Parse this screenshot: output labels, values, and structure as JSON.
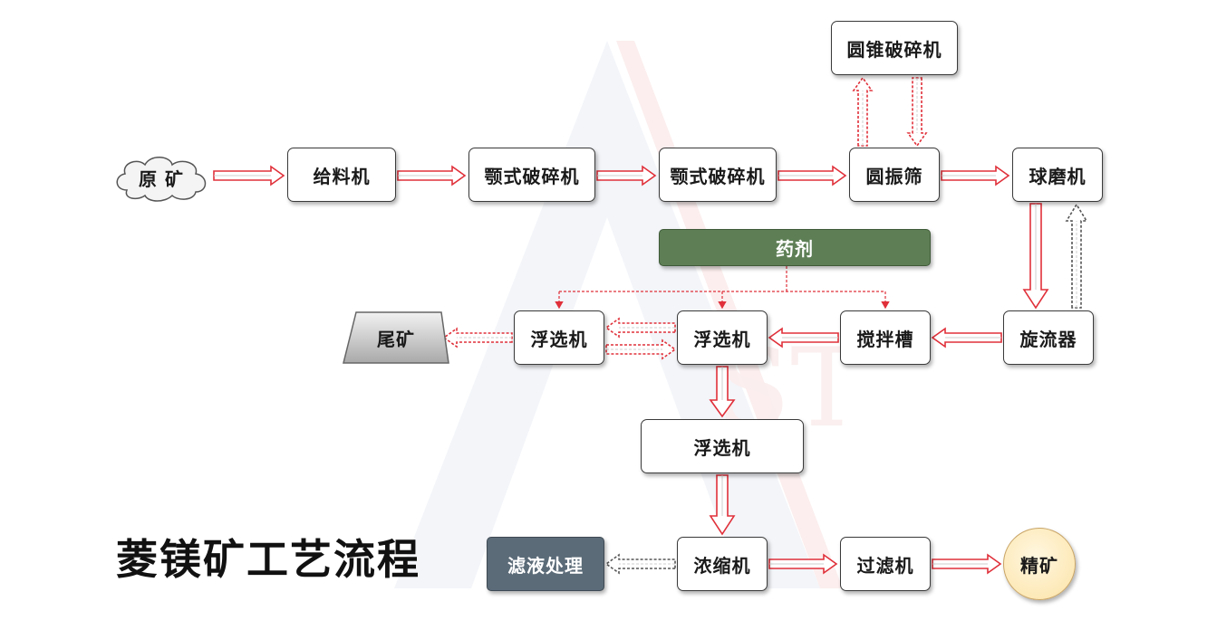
{
  "title": "菱镁矿工艺流程",
  "nodes": {
    "raw_ore": "原 矿",
    "feeder": "给料机",
    "jaw_crusher_1": "颚式破碎机",
    "jaw_crusher_2": "颚式破碎机",
    "cone_crusher": "圆锥破碎机",
    "circular_screen": "圆振筛",
    "ball_mill": "球磨机",
    "reagent": "药剂",
    "hydrocyclone": "旋流器",
    "mixing_tank": "搅拌槽",
    "flotation_main": "浮选机",
    "flotation_left": "浮选机",
    "flotation_lower": "浮选机",
    "tailings": "尾矿",
    "thickener": "浓缩机",
    "filter": "过滤机",
    "filtrate_treatment": "滤液处理",
    "concentrate": "精矿"
  },
  "colors": {
    "arrow_red": "#e0303a",
    "reagent_fill": "#5e7f55",
    "filtrate_fill": "#5b6b78",
    "product_fill": "#fde9b8"
  }
}
